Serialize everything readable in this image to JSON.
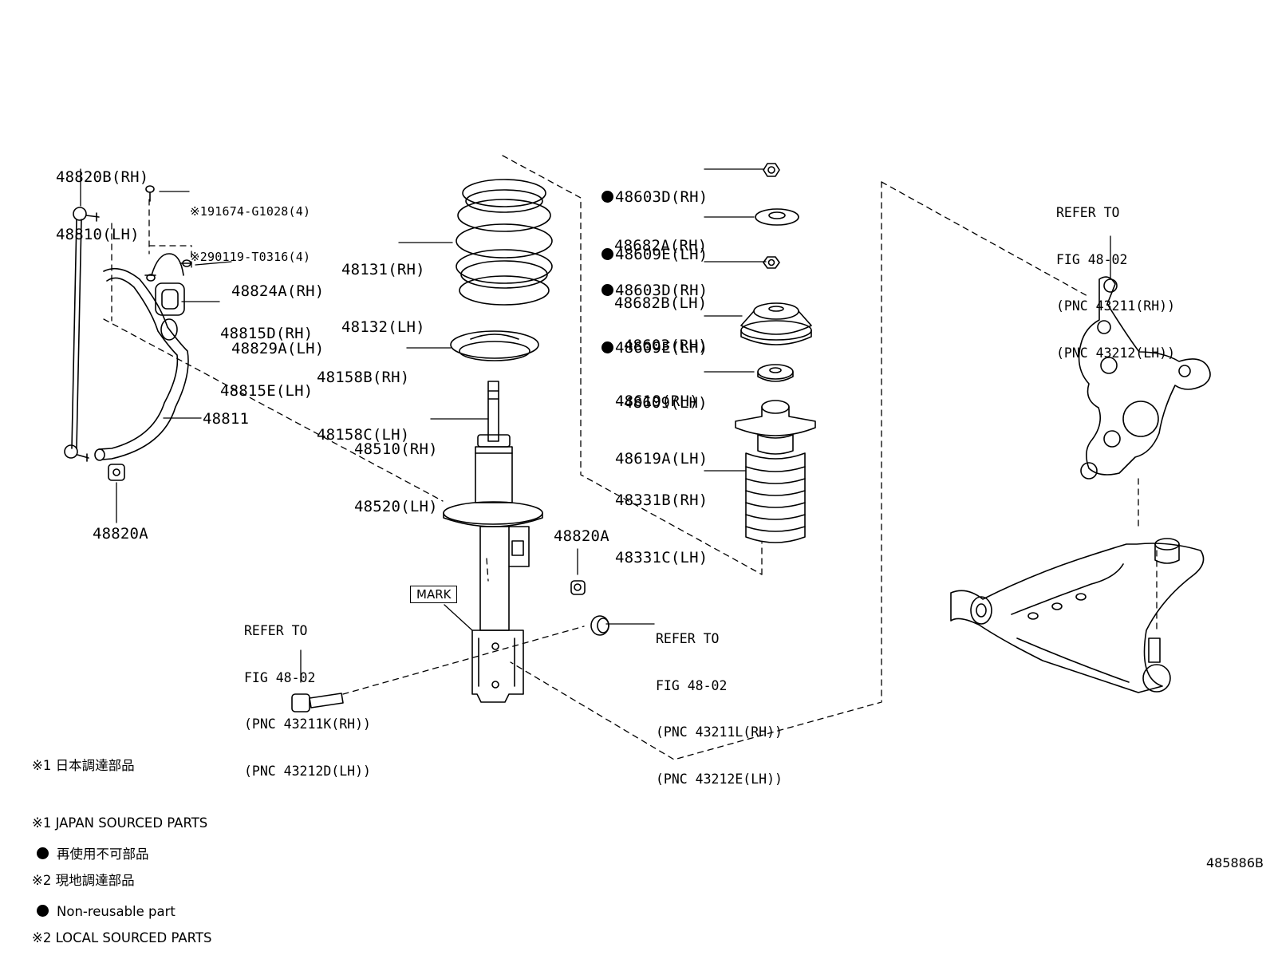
{
  "labels": {
    "stabilizer_link": [
      "48820B(RH)",
      "48810(LH)"
    ],
    "bolt": [
      "※191674-G1028(4)",
      "※290119-T0316(4)"
    ],
    "bracket": [
      "48824A(RH)",
      "48829A(LH)"
    ],
    "bushing": [
      "48815D(RH)",
      "48815E(LH)"
    ],
    "stabilizer_bar": "48811",
    "nut_left": "48820A",
    "nut_right": "48820A",
    "coil_spring": [
      "48131(RH)",
      "48132(LH)"
    ],
    "spring_insulator": [
      "48158B(RH)",
      "48158C(LH)"
    ],
    "shock_absorber": [
      "48510(RH)",
      "48520(LH)"
    ],
    "nut_top": [
      "48603D(RH)",
      "48609E(LH)"
    ],
    "washer": [
      "48682A(RH)",
      "48682B(LH)"
    ],
    "nut_second": [
      "48603D(RH)",
      "48609E(LH)"
    ],
    "support_mount": [
      "48603(RH)",
      "48609(LH)"
    ],
    "bearing": [
      "48619(RH)",
      "48619A(LH)"
    ],
    "bump_stopper": [
      "48331B(RH)",
      "48331C(LH)"
    ]
  },
  "refs": {
    "knuckle": [
      "REFER TO",
      "FIG 48-02",
      "(PNC 43211(RH))",
      "(PNC 43212(LH))"
    ],
    "bolt_bottom": [
      "REFER TO",
      "FIG 48-02",
      "(PNC 43211K(RH))",
      "(PNC 43212D(LH))"
    ],
    "nut_bottom": [
      "REFER TO",
      "FIG 48-02",
      "(PNC 43211L(RH))",
      "(PNC 43212E(LH))"
    ]
  },
  "mark_label": "MARK",
  "notes": [
    "※1 日本調達部品",
    "※1 JAPAN SOURCED PARTS",
    "※2 現地調達部品",
    "※2 LOCAL SOURCED PARTS"
  ],
  "legend": [
    "再使用不可部品",
    "Non-reusable part"
  ],
  "figure_number": "485886B",
  "icons": {
    "non_reusable": "filled-circle-icon"
  }
}
